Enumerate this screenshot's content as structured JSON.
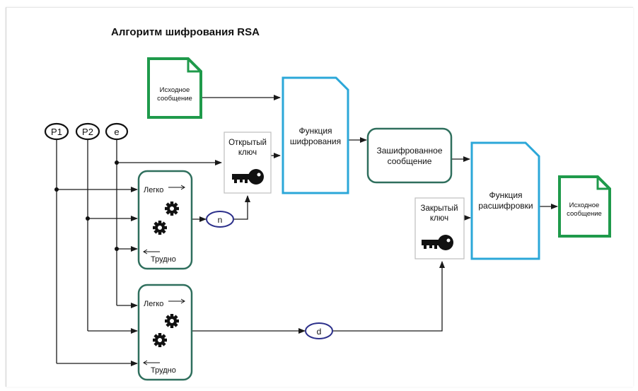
{
  "title": "Алгоритм шифрования RSA",
  "inputs": {
    "p1": "P1",
    "p2": "P2",
    "e": "e"
  },
  "source_doc_top": {
    "line1": "Исходное",
    "line2": "сообщение"
  },
  "source_doc_bottom": {
    "line1": "Исходное",
    "line2": "сообщение"
  },
  "public_key": {
    "line1": "Открытый",
    "line2": "ключ"
  },
  "private_key": {
    "line1": "Закрытый",
    "line2": "ключ"
  },
  "encrypt_function": {
    "line1": "Функция",
    "line2": "шифрования"
  },
  "encrypted_message": {
    "line1": "Зашифрованное",
    "line2": "сообщение"
  },
  "decrypt_function": {
    "line1": "Функция",
    "line2": "расшифровки"
  },
  "gear_box_top": {
    "easy": "Легко",
    "hard": "Трудно"
  },
  "gear_box_bottom": {
    "easy": "Легко",
    "hard": "Трудно"
  },
  "value_n": "n",
  "value_d": "d",
  "colors": {
    "doc_green": "#1f9a4b",
    "func_blue": "#2ba7d8",
    "box_teal": "#2f6f5d",
    "oval_blue": "#2b2f8a",
    "line": "#1a1a1a"
  }
}
